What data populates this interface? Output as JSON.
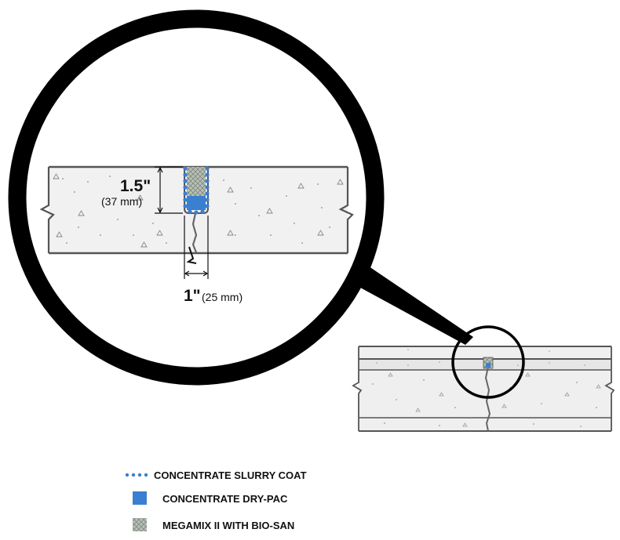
{
  "diagram": {
    "dim_height_imperial": "1.5\"",
    "dim_height_metric": "(37 mm)",
    "dim_width_imperial": "1\"",
    "dim_width_metric": "(25 mm)"
  },
  "legend": [
    {
      "key": "slurry",
      "label": "CONCENTRATE SLURRY COAT",
      "color": "#3a7fd0"
    },
    {
      "key": "drypac",
      "label": "CONCENTRATE DRY-PAC",
      "color": "#3a7fd0"
    },
    {
      "key": "megamix",
      "label": "MEGAMIX II WITH BIO-SAN",
      "color": "#9aa49a"
    }
  ],
  "colors": {
    "concrete_outline": "#555555",
    "magnifier_ring": "#000000",
    "slurry_dot": "#3a7fd0",
    "drypac": "#3a7fd0",
    "megamix": "#9aa49a"
  }
}
